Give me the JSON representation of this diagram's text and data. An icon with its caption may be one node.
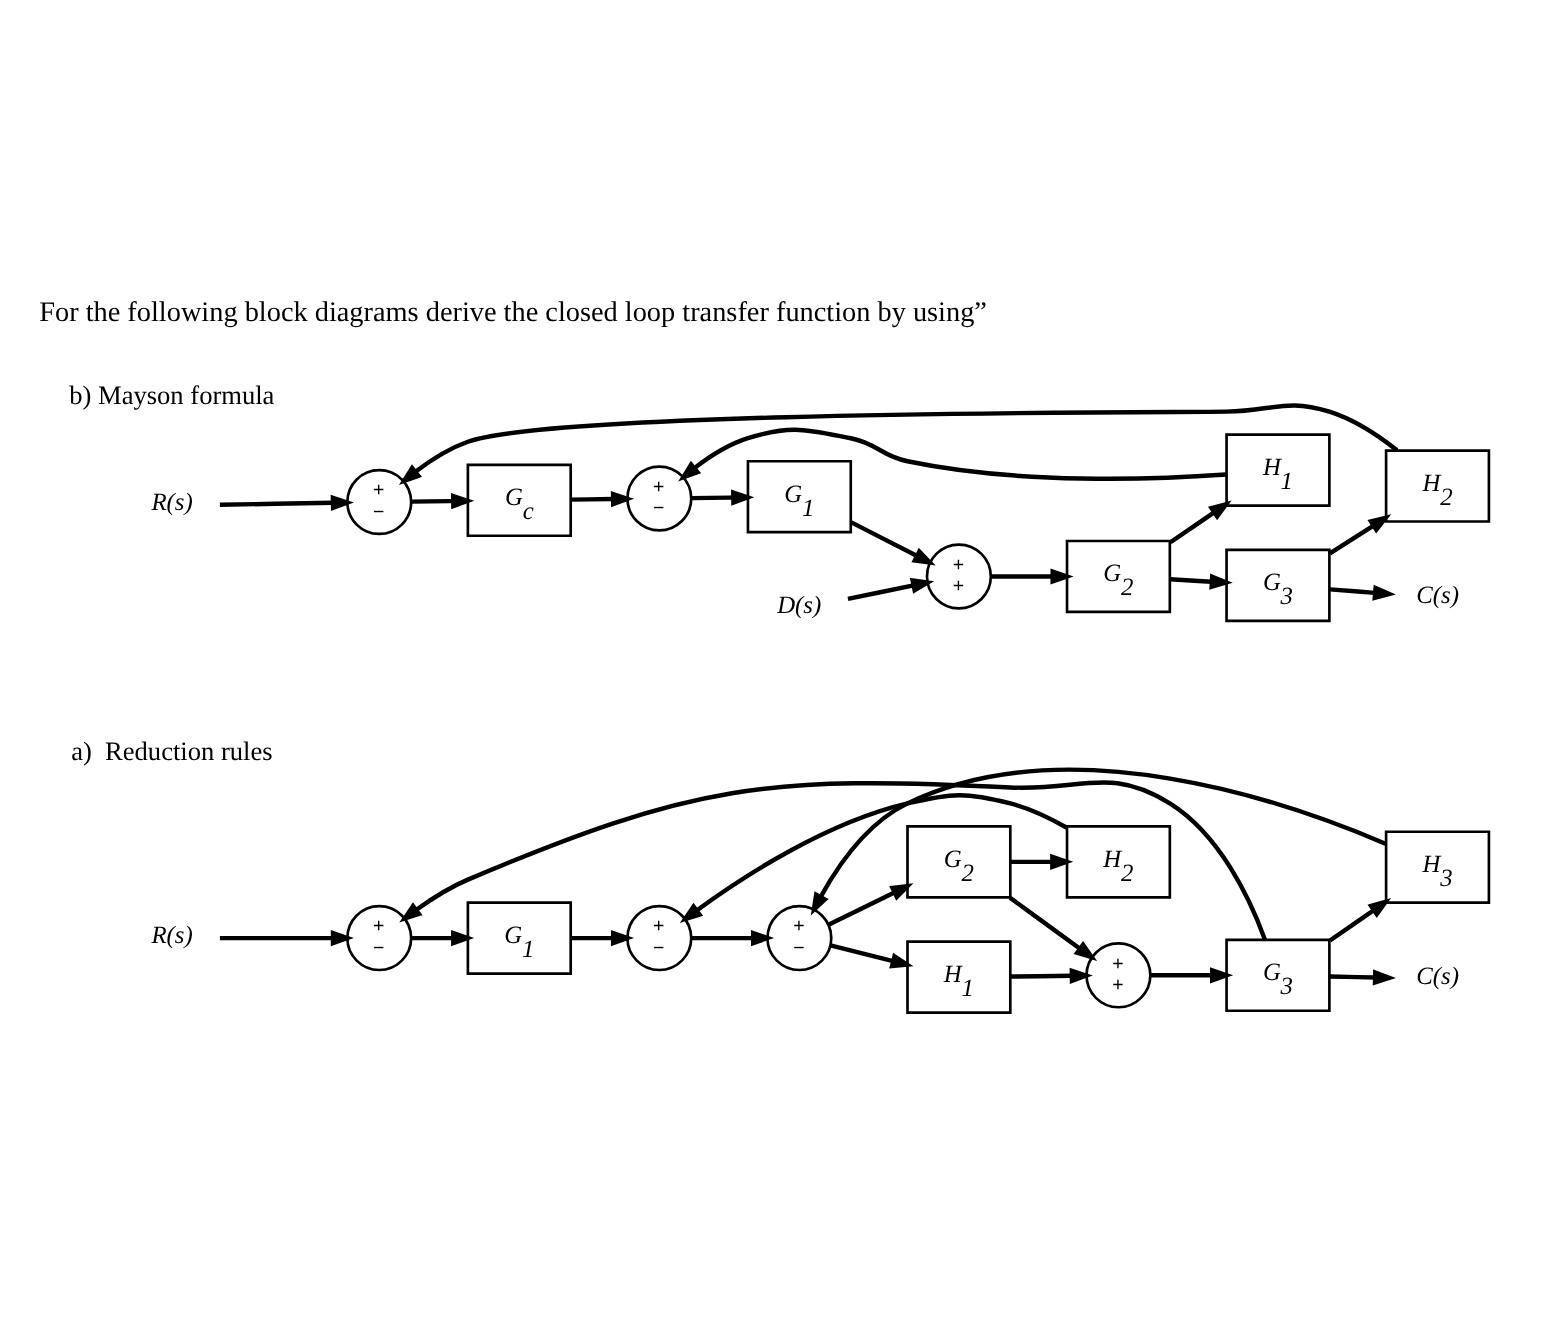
{
  "diagram": {
    "title": "For the following block diagrams derive the closed loop transfer function by using”",
    "nodes": [
      {
        "text": [
          "R(s)"
        ]
      },
      {
        "text": [
          "+",
          "−"
        ]
      },
      {
        "text": [
          "G$_{1}$"
        ]
      },
      {
        "text": [
          "+",
          "−"
        ]
      },
      {
        "text": [
          "+",
          "−"
        ]
      },
      {
        "text": [
          "H$_{1}$"
        ]
      },
      {
        "text": [
          "G$_{2}$"
        ]
      },
      {
        "text": [
          "+",
          "+"
        ]
      },
      {
        "text": [
          "G$_{3}$"
        ]
      },
      {
        "text": [
          "C(s)"
        ]
      },
      {
        "text": [
          "H$_{2}$"
        ]
      },
      {
        "text": [
          "H$_{3}$"
        ]
      },
      {
        "text": [
          "R(s)"
        ]
      },
      {
        "text": [
          "+",
          "−"
        ]
      },
      {
        "text": [
          "G$_{c}$"
        ]
      },
      {
        "text": [
          "+",
          "−"
        ]
      },
      {
        "text": [
          "G$_{1}$"
        ]
      },
      {
        "text": [
          "D(s)"
        ]
      },
      {
        "text": [
          "+",
          "+"
        ]
      },
      {
        "text": [
          "G$_{2}$"
        ]
      },
      {
        "text": [
          "G$_{3}$"
        ]
      },
      {
        "text": [
          "C(s)"
        ]
      },
      {
        "text": [
          "H$_{1}$"
        ]
      },
      {
        "text": [
          "H$_{2}$"
        ]
      }
    ],
    "edges": [
      {
        "from": 0,
        "to": 1,
        "arrow": "to"
      },
      {
        "from": 1,
        "to": 2,
        "arrow": "to"
      },
      {
        "from": 2,
        "to": 3,
        "arrow": "to"
      },
      {
        "from": 3,
        "to": 4,
        "arrow": "to"
      },
      {
        "from": 4,
        "to": 5,
        "arrow": "to"
      },
      {
        "from": 4,
        "to": 6,
        "arrow": "to"
      },
      {
        "from": 5,
        "to": 7,
        "arrow": "to"
      },
      {
        "from": 6,
        "to": 7,
        "arrow": "to"
      },
      {
        "from": 6,
        "to": 10,
        "arrow": "to"
      },
      {
        "from": 10,
        "to": 3,
        "arrow": "to"
      },
      {
        "from": 7,
        "to": 8,
        "arrow": "to"
      },
      {
        "from": 8,
        "to": 9,
        "arrow": "to"
      },
      {
        "from": 8,
        "to": 11,
        "arrow": "to"
      },
      {
        "from": 11,
        "to": 4,
        "arrow": "to"
      },
      {
        "from": 8,
        "to": 1,
        "arrow": "to"
      },
      {
        "from": 12,
        "to": 13,
        "arrow": "to"
      },
      {
        "from": 13,
        "to": 14,
        "arrow": "to"
      },
      {
        "from": 14,
        "to": 15,
        "arrow": "to"
      },
      {
        "from": 15,
        "to": 16,
        "arrow": "to"
      },
      {
        "from": 16,
        "to": 18,
        "arrow": "to"
      },
      {
        "from": 17,
        "to": 18,
        "arrow": "to"
      },
      {
        "from": 18,
        "to": 19,
        "arrow": "to"
      },
      {
        "from": 19,
        "to": 20,
        "arrow": "to"
      },
      {
        "from": 19,
        "to": 22,
        "arrow": "to"
      },
      {
        "from": 22,
        "to": 15,
        "arrow": "to"
      },
      {
        "from": 20,
        "to": 21,
        "arrow": "to"
      },
      {
        "from": 20,
        "to": 23,
        "arrow": "to"
      },
      {
        "from": 23,
        "to": 13,
        "arrow": "to"
      }
    ],
    "labels": [
      "a)  Reduction rules",
      "b) Mayson formula"
    ]
  }
}
